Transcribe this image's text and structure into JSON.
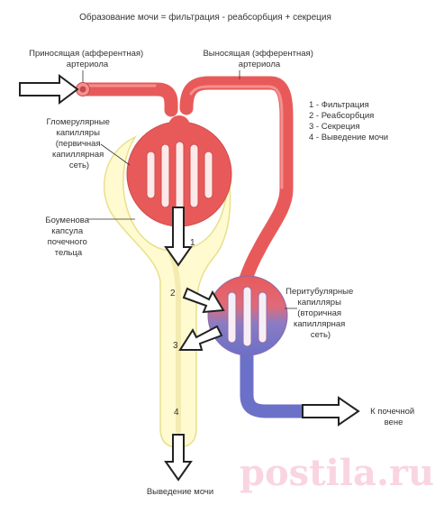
{
  "title": "Образование мочи = фильтрация - реабсорбция + секреция",
  "labels": {
    "afferent": [
      "Приносящая (афферентная)",
      "артериола"
    ],
    "efferent": [
      "Выносящая (эфферентная)",
      "артериола"
    ],
    "glomerular": [
      "Гломерулярные",
      "капилляры",
      "(первичная",
      "капиллярная",
      "сеть)"
    ],
    "bowman": [
      "Боуменова",
      "капсула",
      "почечного",
      "тельца"
    ],
    "peritubular": [
      "Перитубулярные",
      "капилляры",
      "(вторичная",
      "капиллярная",
      "сеть)"
    ],
    "renal_vein": [
      "К почечной",
      "вене"
    ],
    "excretion": "Выведение мочи"
  },
  "legend": [
    "1 - Фильтрация",
    "2 - Реабсорбция",
    "3 - Секреция",
    "4 - Выведение мочи"
  ],
  "numbers": [
    "1",
    "2",
    "3",
    "4"
  ],
  "watermark": "postila.ru",
  "colors": {
    "artery": "#e85a5a",
    "artery_light": "#f49090",
    "vein": "#6b70c8",
    "capsule_fill": "#fffad0",
    "capsule_stroke": "#e8e08a"
  }
}
